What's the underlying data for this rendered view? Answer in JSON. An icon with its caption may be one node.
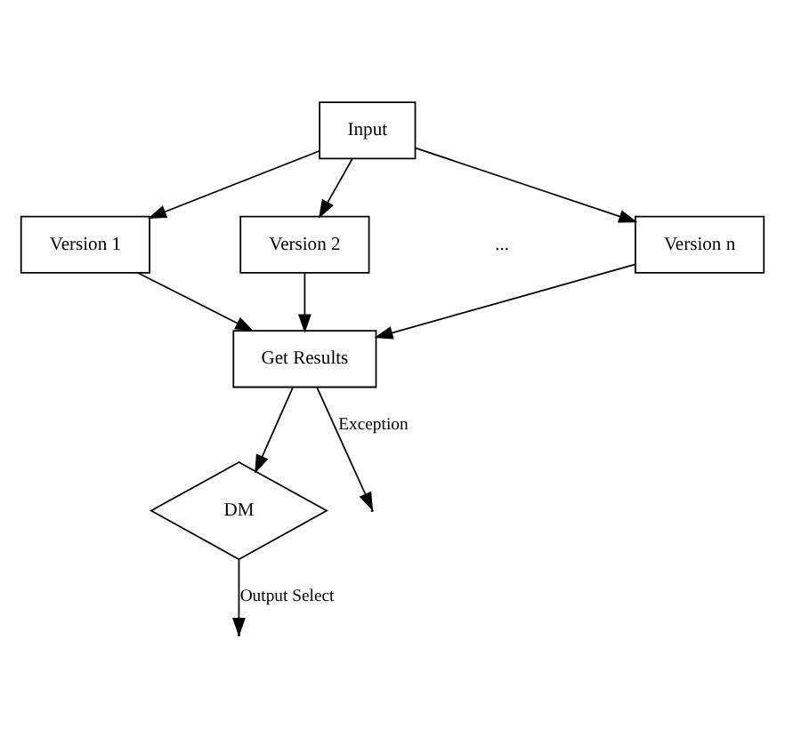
{
  "diagram": {
    "nodes": [
      {
        "text": [
          "Input"
        ]
      },
      {
        "text": [
          "Version 1"
        ]
      },
      {
        "text": [
          "Version 2"
        ]
      },
      {
        "text": [
          "Version n"
        ]
      },
      {
        "text": [
          "Get Results"
        ]
      },
      {
        "text": [
          "DM"
        ]
      }
    ],
    "edges": [
      {
        "from": 0,
        "to": 1,
        "arrow": "to"
      },
      {
        "from": 0,
        "to": 2,
        "arrow": "to"
      },
      {
        "from": 0,
        "to": 3,
        "arrow": "to"
      },
      {
        "from": 1,
        "to": 4,
        "arrow": "to"
      },
      {
        "from": 2,
        "to": 4,
        "arrow": "to"
      },
      {
        "from": 3,
        "to": 4,
        "arrow": "to"
      },
      {
        "from": 4,
        "to": 5,
        "arrow": "to"
      },
      {
        "from": 5,
        "to": null,
        "label": "Output Select",
        "arrow": "to"
      },
      {
        "from": 4,
        "to": null,
        "label": "Exception",
        "arrow": "to"
      }
    ],
    "labels": [
      "..."
    ]
  }
}
